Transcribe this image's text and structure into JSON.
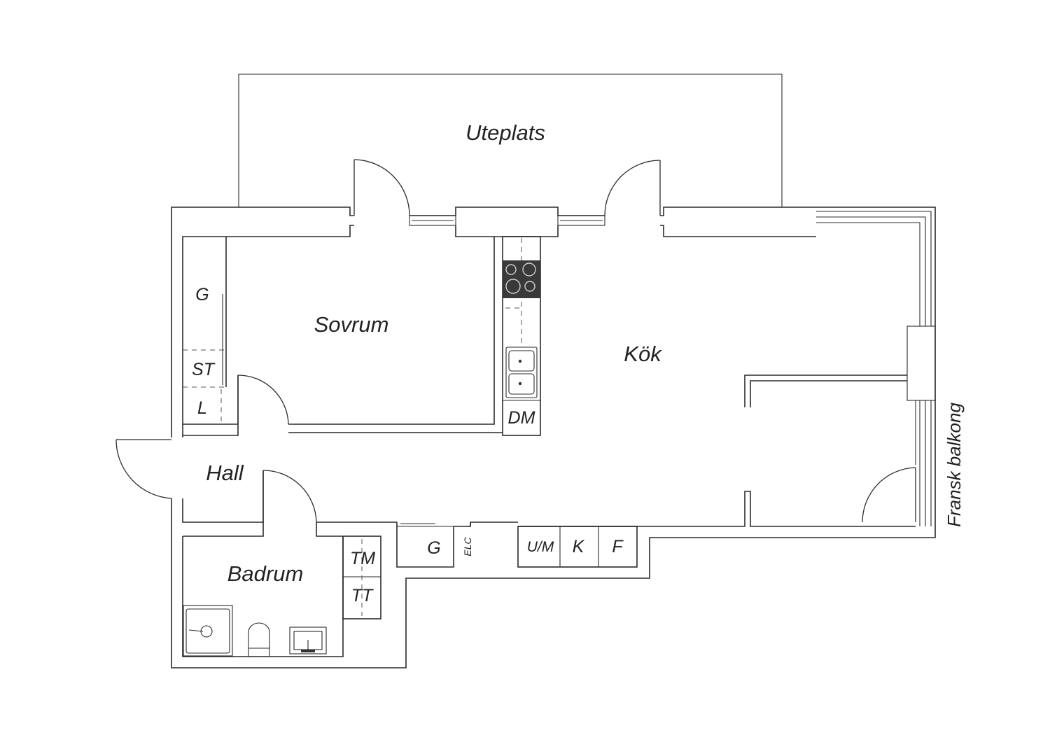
{
  "plan": {
    "rooms": {
      "uteplats": "Uteplats",
      "sovrum": "Sovrum",
      "kok": "Kök",
      "hall": "Hall",
      "badrum": "Badrum",
      "fransk_balkong": "Fransk balkong"
    },
    "fixtures": {
      "wardrobe_g": "G",
      "storage_st": "ST",
      "linen_l": "L",
      "dishwasher": "DM",
      "washer": "TM",
      "dryer": "TT",
      "hall_closet": "G",
      "electric_cabinet": "ELC",
      "oven_micro": "U/M",
      "fridge": "K",
      "freezer": "F"
    }
  }
}
